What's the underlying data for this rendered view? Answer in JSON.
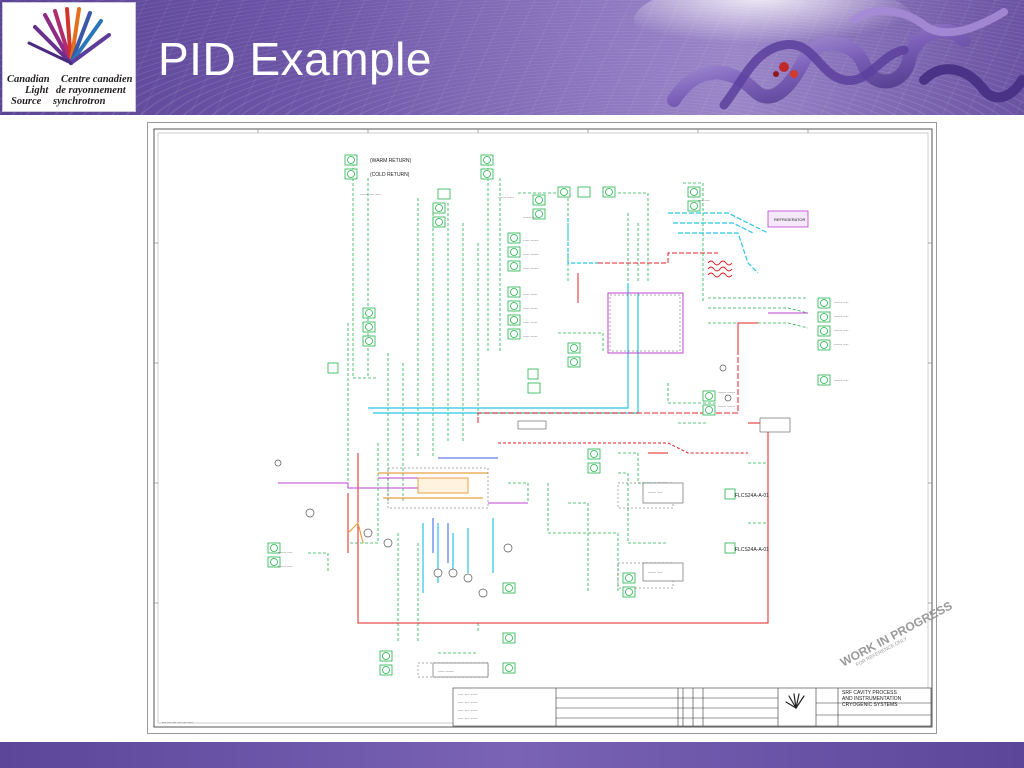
{
  "slide": {
    "title": "PID Example"
  },
  "logo": {
    "line1_left": "Canadian",
    "line1_right": "Centre canadien",
    "line2_left": "Light",
    "line2_right": "de rayonnement",
    "line3_left": "Source",
    "line3_right": "synchrotron"
  },
  "drawing": {
    "top_labels": [
      "(WARM RETURN)",
      "(COLD RETURN)"
    ],
    "right_labels": [
      "FLCS24A-A-01",
      "FLCS24A-A-01"
    ],
    "watermark_main": "WORK IN PROGRESS",
    "watermark_sub": "FOR REFERENCE ONLY",
    "title_block": {
      "title_line1": "SRF CAVITY PROCESS",
      "title_line2": "AND INSTRUMENTATION",
      "title_line3": "CRYOGENIC SYSTEMS"
    }
  },
  "colors": {
    "header_purple": "#6d55a7",
    "signal_green": "#22b14c",
    "cryo_cyan": "#29c5e6",
    "return_red": "#e02020",
    "process_magenta": "#c040d0",
    "warm_orange": "#e8a040",
    "cold_blue": "#3060e0"
  }
}
